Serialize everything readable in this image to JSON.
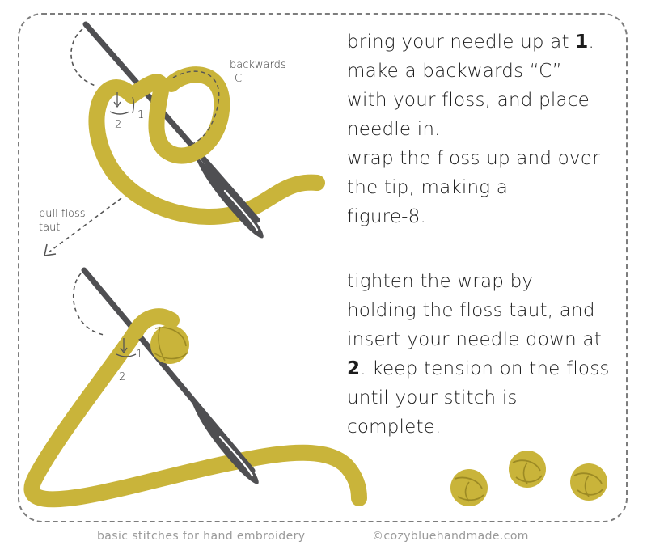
{
  "steps": [
    {
      "lines": [
        {
          "text": "bring your needle up at ",
          "bold": "1",
          "after": "."
        },
        {
          "text": "make a backwards “C”"
        },
        {
          "text": "with your floss, and place"
        },
        {
          "text": "needle in."
        },
        {
          "text": "wrap the floss up and over"
        },
        {
          "text": "the tip, making a"
        },
        {
          "text": "figure-8."
        }
      ]
    },
    {
      "lines": [
        {
          "text": "tighten the wrap by"
        },
        {
          "text": "holding the floss taut, and"
        },
        {
          "text": "insert your needle down at"
        },
        {
          "bold": "2",
          "text": ". keep tension on the floss"
        },
        {
          "text": "until your stitch is"
        },
        {
          "text": "complete."
        }
      ]
    }
  ],
  "labels": {
    "backwards_line1": "backwards",
    "backwards_line2": "C",
    "pull_line1": "pull floss",
    "pull_line2": "taut",
    "top_num_1": "1",
    "top_num_2": "2",
    "bottom_num_1": "1",
    "bottom_num_2": "2"
  },
  "footer": {
    "left": "basic stitches for hand embroidery",
    "right": "©cozybluehandmade.com"
  },
  "colors": {
    "floss": "#c9b43a",
    "floss_outline": "#9c8a24",
    "needle": "#4f4f52",
    "dashed": "#555555",
    "border": "#7d7d7d",
    "text": "#1c1c1c",
    "footer": "#9a9a9a"
  }
}
